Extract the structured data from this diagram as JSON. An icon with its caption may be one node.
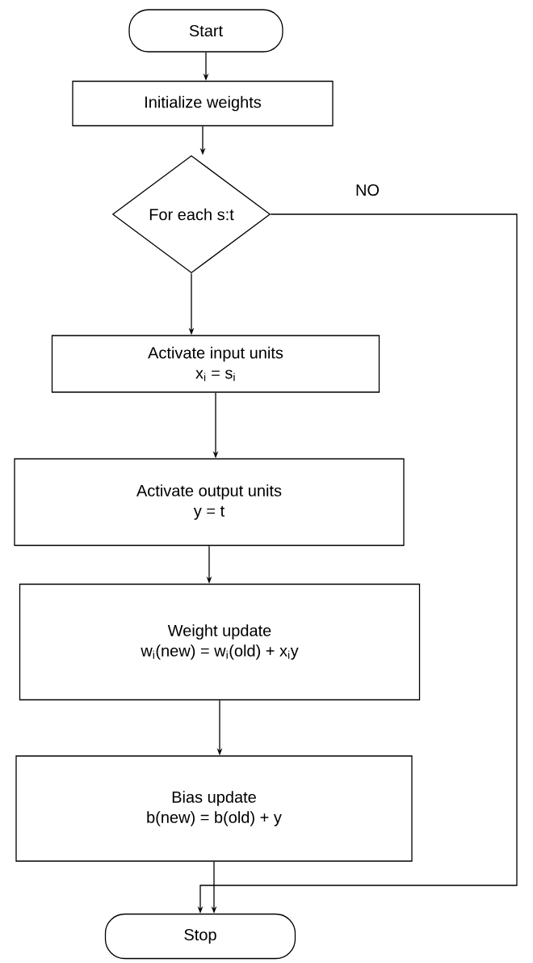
{
  "diagram": {
    "nodes": [
      {
        "text": [
          "Start"
        ]
      },
      {
        "text": [
          "Initialize weights"
        ]
      },
      {
        "text": [
          "For each s:t"
        ]
      },
      {
        "text": [
          "Activate input units",
          "x$_{i}$ = s$_{i}$"
        ]
      },
      {
        "text": [
          "Activate output units",
          "y = t"
        ]
      },
      {
        "text": [
          "Weight update",
          "w$_{i}$(new) = w$_{i}$(old) + x$_{i}$y"
        ]
      },
      {
        "text": [
          "Bias update",
          "b(new) = b(old) + y"
        ]
      },
      {
        "text": [
          "Stop"
        ]
      }
    ],
    "edges": [
      {
        "from": 0,
        "to": 1,
        "arrow": "to"
      },
      {
        "from": 1,
        "to": 2,
        "arrow": "to"
      },
      {
        "from": 2,
        "to": 3,
        "arrow": "to"
      },
      {
        "from": 3,
        "to": 4,
        "arrow": "to"
      },
      {
        "from": 4,
        "to": 5,
        "arrow": "to"
      },
      {
        "from": 5,
        "to": 6,
        "arrow": "to"
      },
      {
        "from": 6,
        "to": 7,
        "arrow": "to"
      },
      {
        "from": 2,
        "to": 7,
        "arrow": "to",
        "label": "NO"
      }
    ]
  }
}
